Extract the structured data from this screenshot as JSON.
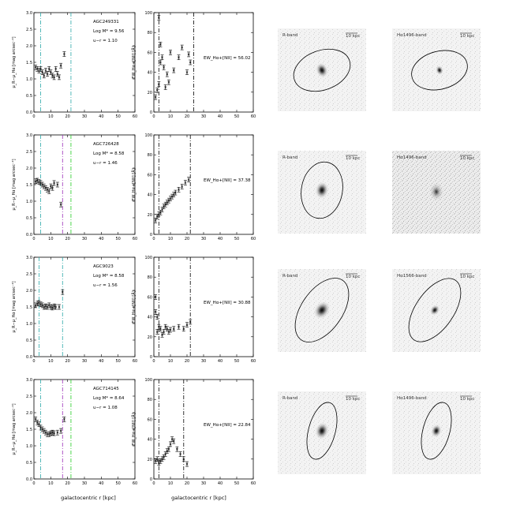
{
  "figure": {
    "shared_x_label": "galactocentric r [kpc]",
    "color_ylabel": "μ_R−μ_Hα [mag arcsec⁻²]",
    "ew_ylabel": "EW_Hα+[NII] [Å]",
    "bands": {
      "r": "R-band"
    },
    "scalebar_label": "10 kpc"
  },
  "chart_data": [
    {
      "type": "scatter",
      "panel": "color",
      "row": 1,
      "galaxy": "AGC249331",
      "logmass_label": "Log M*",
      "logmass": "9.56",
      "urcolor": "1.10",
      "xlim": [
        0,
        60
      ],
      "ylim": [
        0,
        3
      ],
      "xticks": [
        0,
        10,
        20,
        30,
        40,
        50,
        60
      ],
      "yticks": [
        0,
        0.5,
        1,
        1.5,
        2,
        2.5,
        3
      ],
      "vlines": [
        {
          "x": 4,
          "color": "#2aa8a8"
        },
        {
          "x": 22,
          "color": "#2aa8a8"
        }
      ],
      "points": [
        [
          1,
          1.35
        ],
        [
          2,
          1.3
        ],
        [
          3,
          1.25
        ],
        [
          4,
          1.3
        ],
        [
          5,
          1.2
        ],
        [
          6,
          1.1
        ],
        [
          7,
          1.25
        ],
        [
          8,
          1.15
        ],
        [
          9,
          1.3
        ],
        [
          10,
          1.2
        ],
        [
          11,
          1.1
        ],
        [
          12,
          1.05
        ],
        [
          13,
          1.3
        ],
        [
          14,
          1.15
        ],
        [
          15,
          1.05
        ],
        [
          16,
          1.4
        ],
        [
          18,
          1.75
        ]
      ]
    },
    {
      "type": "scatter",
      "panel": "ew",
      "row": 1,
      "ew_label": "EW_Hα+[NII]",
      "ew_value": "56.02",
      "xlim": [
        0,
        60
      ],
      "ylim": [
        0,
        100
      ],
      "xticks": [
        0,
        10,
        20,
        30,
        40,
        50,
        60
      ],
      "yticks": [
        0,
        20,
        40,
        60,
        80,
        100
      ],
      "vlines": [
        {
          "x": 3,
          "color": "#000000"
        },
        {
          "x": 24,
          "color": "#000000"
        }
      ],
      "points": [
        [
          1,
          15
        ],
        [
          2,
          22
        ],
        [
          3,
          28
        ],
        [
          3,
          95
        ],
        [
          4,
          50
        ],
        [
          4,
          68
        ],
        [
          5,
          55
        ],
        [
          6,
          45
        ],
        [
          7,
          25
        ],
        [
          8,
          38
        ],
        [
          9,
          30
        ],
        [
          10,
          60
        ],
        [
          12,
          42
        ],
        [
          15,
          55
        ],
        [
          17,
          65
        ],
        [
          20,
          40
        ],
        [
          21,
          58
        ],
        [
          22,
          50
        ]
      ]
    },
    {
      "type": "scatter",
      "panel": "color",
      "row": 2,
      "galaxy": "AGC726428",
      "logmass_label": "Log M*",
      "logmass": "8.58",
      "urcolor": "1.46",
      "xlim": [
        0,
        60
      ],
      "ylim": [
        0,
        3
      ],
      "xticks": [
        0,
        10,
        20,
        30,
        40,
        50,
        60
      ],
      "yticks": [
        0,
        0.5,
        1,
        1.5,
        2,
        2.5,
        3
      ],
      "vlines": [
        {
          "x": 4,
          "color": "#2aa8a8"
        },
        {
          "x": 17,
          "color": "#9b2db8"
        },
        {
          "x": 22,
          "color": "#22cc22"
        }
      ],
      "points": [
        [
          1,
          1.6
        ],
        [
          2,
          1.62
        ],
        [
          3,
          1.58
        ],
        [
          4,
          1.55
        ],
        [
          5,
          1.5
        ],
        [
          6,
          1.45
        ],
        [
          7,
          1.4
        ],
        [
          8,
          1.35
        ],
        [
          9,
          1.3
        ],
        [
          10,
          1.45
        ],
        [
          11,
          1.4
        ],
        [
          12,
          1.55
        ],
        [
          14,
          1.5
        ],
        [
          16,
          0.9
        ]
      ]
    },
    {
      "type": "scatter",
      "panel": "ew",
      "row": 2,
      "ew_label": "EW_Hα+[NII]",
      "ew_value": "37.38",
      "xlim": [
        0,
        60
      ],
      "ylim": [
        0,
        100
      ],
      "xticks": [
        0,
        10,
        20,
        30,
        40,
        50,
        60
      ],
      "yticks": [
        0,
        20,
        40,
        60,
        80,
        100
      ],
      "vlines": [
        {
          "x": 3,
          "color": "#000000"
        },
        {
          "x": 22,
          "color": "#000000"
        }
      ],
      "points": [
        [
          1,
          14
        ],
        [
          2,
          18
        ],
        [
          3,
          20
        ],
        [
          4,
          22
        ],
        [
          5,
          25
        ],
        [
          6,
          28
        ],
        [
          7,
          30
        ],
        [
          8,
          32
        ],
        [
          9,
          34
        ],
        [
          10,
          36
        ],
        [
          11,
          38
        ],
        [
          12,
          40
        ],
        [
          13,
          42
        ],
        [
          15,
          45
        ],
        [
          17,
          48
        ],
        [
          19,
          52
        ],
        [
          21,
          55
        ]
      ]
    },
    {
      "type": "scatter",
      "panel": "color",
      "row": 3,
      "galaxy": "AGC9023",
      "logmass_label": "Log M*",
      "logmass": "8.58",
      "urcolor": "1.56",
      "xlim": [
        0,
        60
      ],
      "ylim": [
        0,
        3
      ],
      "xticks": [
        0,
        10,
        20,
        30,
        40,
        50,
        60
      ],
      "yticks": [
        0,
        0.5,
        1,
        1.5,
        2,
        2.5,
        3
      ],
      "vlines": [
        {
          "x": 3,
          "color": "#2aa8a8"
        },
        {
          "x": 17,
          "color": "#2aa8a8"
        }
      ],
      "points": [
        [
          1,
          1.55
        ],
        [
          2,
          1.6
        ],
        [
          3,
          1.62
        ],
        [
          4,
          1.58
        ],
        [
          5,
          1.55
        ],
        [
          6,
          1.5
        ],
        [
          7,
          1.52
        ],
        [
          8,
          1.5
        ],
        [
          9,
          1.55
        ],
        [
          10,
          1.5
        ],
        [
          11,
          1.48
        ],
        [
          12,
          1.52
        ],
        [
          13,
          1.5
        ],
        [
          15,
          1.5
        ],
        [
          17,
          1.95
        ]
      ]
    },
    {
      "type": "scatter",
      "panel": "ew",
      "row": 3,
      "ew_label": "EW_Hα+[NII]",
      "ew_value": "30.88",
      "xlim": [
        0,
        60
      ],
      "ylim": [
        0,
        100
      ],
      "xticks": [
        0,
        10,
        20,
        30,
        40,
        50,
        60
      ],
      "yticks": [
        0,
        20,
        40,
        60,
        80,
        100
      ],
      "vlines": [
        {
          "x": 3,
          "color": "#000000"
        },
        {
          "x": 22,
          "color": "#000000"
        }
      ],
      "points": [
        [
          1,
          60
        ],
        [
          1,
          45
        ],
        [
          2,
          40
        ],
        [
          2,
          25
        ],
        [
          3,
          30
        ],
        [
          4,
          28
        ],
        [
          5,
          22
        ],
        [
          6,
          25
        ],
        [
          7,
          30
        ],
        [
          8,
          28
        ],
        [
          9,
          25
        ],
        [
          10,
          27
        ],
        [
          12,
          28
        ],
        [
          15,
          30
        ],
        [
          18,
          28
        ],
        [
          20,
          32
        ],
        [
          22,
          35
        ]
      ]
    },
    {
      "type": "scatter",
      "panel": "color",
      "row": 4,
      "galaxy": "AGC714145",
      "logmass_label": "Log M*",
      "logmass": "8.64",
      "urcolor": "1.08",
      "xlim": [
        0,
        60
      ],
      "ylim": [
        0,
        3
      ],
      "xticks": [
        0,
        10,
        20,
        30,
        40,
        50,
        60
      ],
      "yticks": [
        0,
        0.5,
        1,
        1.5,
        2,
        2.5,
        3
      ],
      "vlines": [
        {
          "x": 4,
          "color": "#2aa8a8"
        },
        {
          "x": 17,
          "color": "#9b2db8"
        },
        {
          "x": 22,
          "color": "#22cc22"
        }
      ],
      "points": [
        [
          1,
          1.8
        ],
        [
          2,
          1.7
        ],
        [
          3,
          1.65
        ],
        [
          4,
          1.55
        ],
        [
          5,
          1.5
        ],
        [
          6,
          1.45
        ],
        [
          7,
          1.4
        ],
        [
          8,
          1.35
        ],
        [
          9,
          1.35
        ],
        [
          10,
          1.38
        ],
        [
          11,
          1.4
        ],
        [
          12,
          1.38
        ],
        [
          14,
          1.4
        ],
        [
          16,
          1.45
        ],
        [
          18,
          1.8
        ]
      ]
    },
    {
      "type": "scatter",
      "panel": "ew",
      "row": 4,
      "ew_label": "EW_Hα+[NII]",
      "ew_value": "22.84",
      "xlim": [
        0,
        60
      ],
      "ylim": [
        0,
        100
      ],
      "xticks": [
        0,
        10,
        20,
        30,
        40,
        50,
        60
      ],
      "yticks": [
        0,
        20,
        40,
        60,
        80,
        100
      ],
      "vlines": [
        {
          "x": 3,
          "color": "#000000"
        },
        {
          "x": 18,
          "color": "#000000"
        }
      ],
      "points": [
        [
          1,
          18
        ],
        [
          2,
          20
        ],
        [
          3,
          16
        ],
        [
          4,
          18
        ],
        [
          5,
          20
        ],
        [
          6,
          22
        ],
        [
          7,
          25
        ],
        [
          8,
          28
        ],
        [
          9,
          30
        ],
        [
          10,
          35
        ],
        [
          11,
          40
        ],
        [
          12,
          38
        ],
        [
          14,
          30
        ],
        [
          16,
          25
        ],
        [
          18,
          20
        ],
        [
          20,
          15
        ]
      ]
    }
  ],
  "images": [
    {
      "row": 1,
      "r_label": "R-band",
      "ha_label": "Hα1496-band",
      "r_scale": "10 kpc",
      "ha_scale": "10 kpc"
    },
    {
      "row": 2,
      "r_label": "R-band",
      "ha_label": "Hα1496-band",
      "r_scale": "10 kpc",
      "ha_scale": "10 kpc"
    },
    {
      "row": 3,
      "r_label": "R-band",
      "ha_label": "Hα1566-band",
      "r_scale": "10 kpc",
      "ha_scale": "10 kpc"
    },
    {
      "row": 4,
      "r_label": "R-band",
      "ha_label": "Hα1496-band",
      "r_scale": "10 kpc",
      "ha_scale": "10 kpc"
    }
  ]
}
